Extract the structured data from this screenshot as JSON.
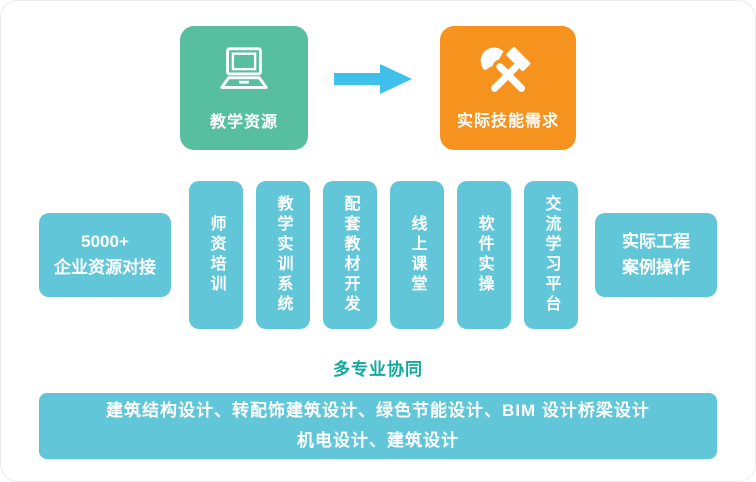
{
  "flow": {
    "source": {
      "label": "教学资源"
    },
    "target": {
      "label": "实际技能需求"
    }
  },
  "left_box": {
    "line1": "5000+",
    "line2": "企业资源对接"
  },
  "columns": [
    {
      "label": "师资培训"
    },
    {
      "label": "教学实训系统"
    },
    {
      "label": "配套教材开发"
    },
    {
      "label": "线上课堂"
    },
    {
      "label": "软件实操"
    },
    {
      "label": "交流学习平台"
    }
  ],
  "right_box": {
    "line1": "实际工程",
    "line2": "案例操作"
  },
  "collab": {
    "title": "多专业协同"
  },
  "bottom_box": {
    "line1": "建筑结构设计、转配饰建筑设计、绿色节能设计、BIM 设计桥梁设计",
    "line2": "机电设计、建筑设计"
  },
  "colors": {
    "source_green": "#57be9e",
    "target_orange": "#f6921e",
    "arrow_blue": "#3ec0ea",
    "box_lightblue": "#62c6d9",
    "collab_teal": "#10a99e"
  }
}
